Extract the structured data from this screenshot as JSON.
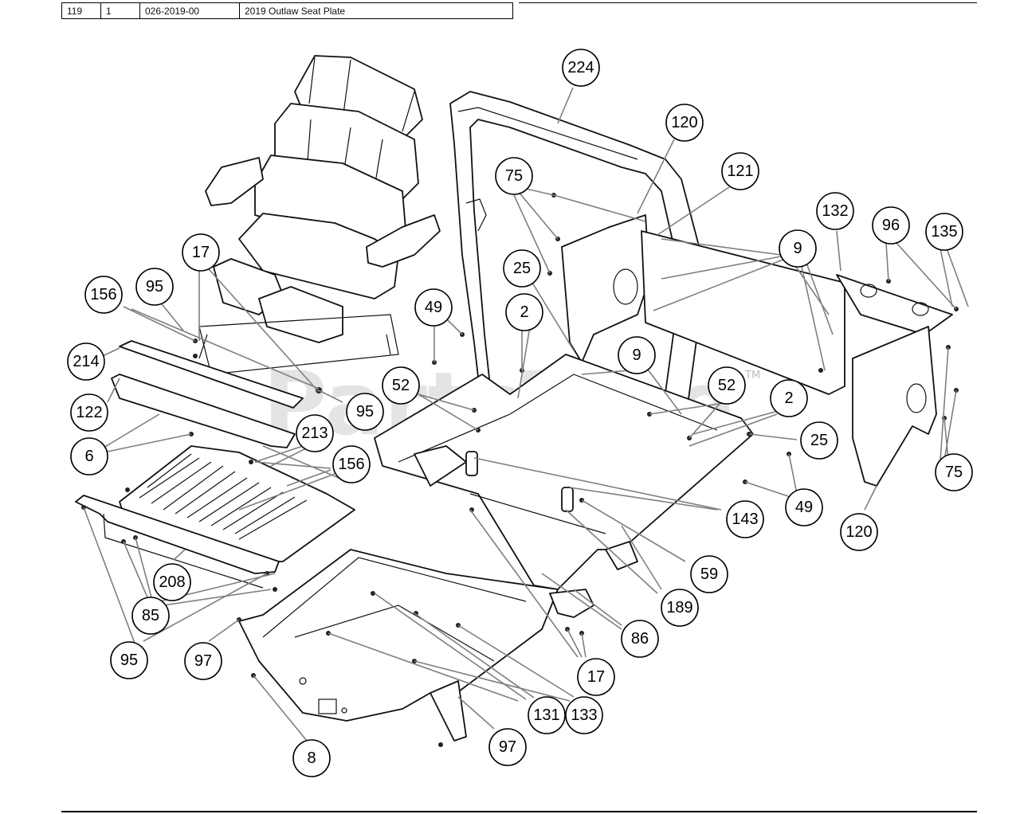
{
  "header": {
    "ref": "119",
    "qty": "1",
    "part_number": "026-2019-00",
    "description": "2019 Outlaw Seat Plate"
  },
  "watermark": "PartsTree",
  "watermark_tm": "TM",
  "callouts": {
    "c224": "224",
    "c120a": "120",
    "c121": "121",
    "c75a": "75",
    "c132": "132",
    "c96": "96",
    "c135": "135",
    "c9a": "9",
    "c25a": "25",
    "c17a": "17",
    "c156a": "156",
    "c95a": "95",
    "c2a": "2",
    "c49a": "49",
    "c214": "214",
    "c9b": "9",
    "c52a": "52",
    "c95b": "95",
    "c122": "122",
    "c52b": "52",
    "c2b": "2",
    "c213": "213",
    "c25b": "25",
    "c6": "6",
    "c156b": "156",
    "c75b": "75",
    "c49b": "49",
    "c143": "143",
    "c120b": "120",
    "c59": "59",
    "c208": "208",
    "c189": "189",
    "c85": "85",
    "c86": "86",
    "c95c": "95",
    "c97a": "97",
    "c17b": "17",
    "c131": "131",
    "c133": "133",
    "c97b": "97",
    "c8": "8"
  }
}
